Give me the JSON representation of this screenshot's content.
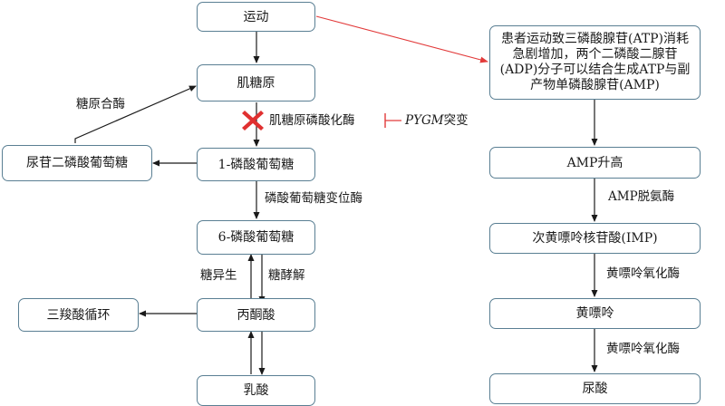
{
  "nodes": {
    "exercise": "运动",
    "muscle_glycogen": "肌糖原",
    "udp_glucose": "尿苷二磷酸葡萄糖",
    "g1p": "1-磷酸葡萄糖",
    "g6p": "6-磷酸葡萄糖",
    "tca": "三羧酸循环",
    "pyruvate": "丙酮酸",
    "lactate": "乳酸",
    "atp_note": "患者运动致三磷酸腺苷(ATP)消耗急剧增加，两个二磷酸二腺苷(ADP)分子可以结合生成ATP与副产物单磷酸腺苷(AMP)",
    "amp_rise": "AMP升高",
    "imp": "次黄嘌呤核苷酸(IMP)",
    "hypoxanthine": "黄嘌呤",
    "uric_acid": "尿酸"
  },
  "labels": {
    "glycogen_synthase": "糖原合酶",
    "phosphorylase": "肌糖原磷酸化酶",
    "pygm": "PYGM",
    "mutation": "突变",
    "phosphoglucomutase": "磷酸葡萄糖变位酶",
    "gluconeogenesis": "糖异生",
    "glycolysis": "糖酵解",
    "amp_deaminase": "AMP脱氨酶",
    "xanthine_oxidase_1": "黄嘌呤氧化酶",
    "xanthine_oxidase_2": "黄嘌呤氧化酶"
  },
  "colors": {
    "box_border": "#5a7f93",
    "arrow": "#1a1a1a",
    "inhibit": "#e23a3a",
    "block_mark": "#e03030"
  },
  "icons": {
    "block": "red-x-icon"
  }
}
